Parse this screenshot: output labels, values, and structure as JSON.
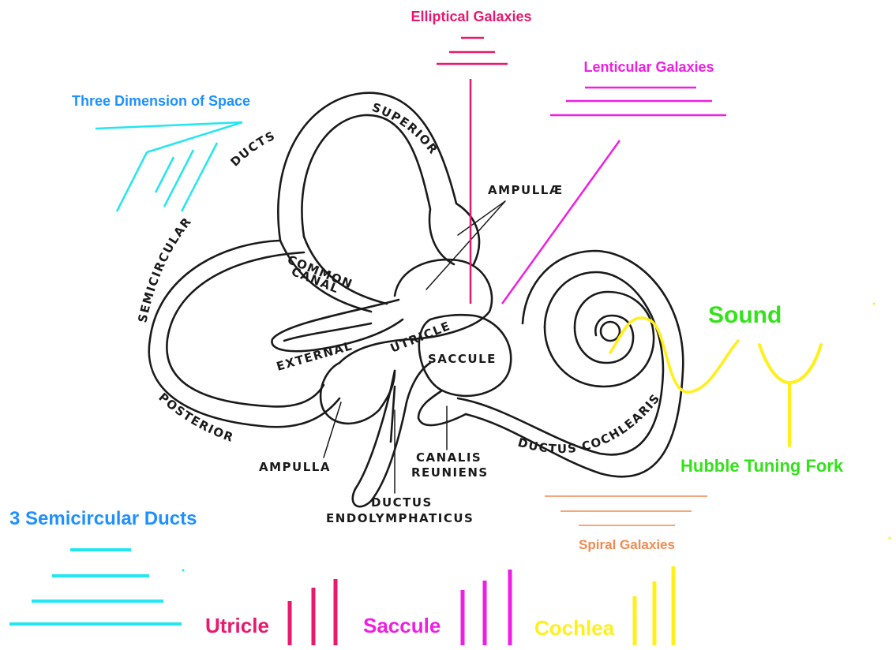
{
  "colors": {
    "crimson": "#e8196e",
    "magenta": "#ef1ee3",
    "sky": "#1e90ff",
    "cyan": "#22e6f0",
    "green": "#33e21a",
    "yellow": "#fff01a",
    "orange": "#f08a50",
    "ink": "#1a1a1a"
  },
  "annotations": {
    "elliptical": "Elliptical Galaxies",
    "lenticular": "Lenticular Galaxies",
    "three_dimension": "Three Dimension of Space",
    "sound": "Sound",
    "hubble_fork": "Hubble Tuning Fork",
    "semicircular_ducts": "3 Semicircular Ducts",
    "spiral": "Spiral Galaxies",
    "utricle": "Utricle",
    "saccule": "Saccule",
    "cochlea": "Cochlea"
  },
  "anatomy": {
    "superior": "SUPERIOR",
    "ducts": "DUCTS",
    "semicircular": "SEMICIRCULAR",
    "ampullae": "AMPULLÆ",
    "common": "COMMON",
    "canal": "CANAL",
    "external": "EXTERNAL",
    "utricle": "UTRICLE",
    "saccule": "SACCULE",
    "posterior": "POSTERIOR",
    "ampulla": "AMPULLA",
    "canalis": "CANALIS",
    "reuniens": "REUNIENS",
    "ductus_cochlearis": "DUCTUS COCHLEARIS",
    "ductus": "DUCTUS",
    "endolymphaticus": "ENDOLYMPHATICUS"
  }
}
